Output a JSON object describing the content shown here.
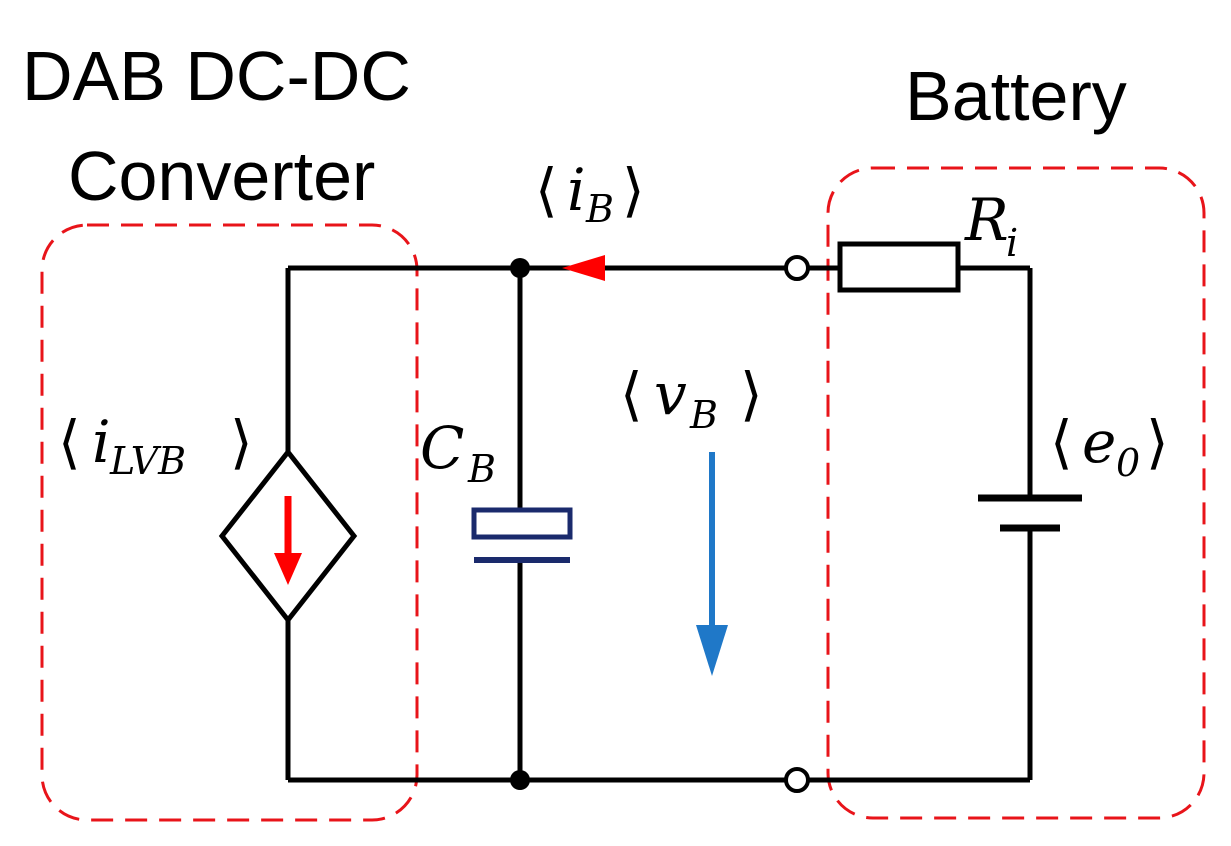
{
  "labels": {
    "converter_line1": "DAB DC-DC",
    "converter_line2": "Converter",
    "battery": "Battery",
    "i_B_main": "i",
    "i_B_sub": "B",
    "R_main": "R",
    "R_sub": "i",
    "i_LVB_main": "i",
    "i_LVB_sub": "LVB",
    "C_main": "C",
    "C_sub": "B",
    "v_B_main": "v",
    "v_B_sub": "B",
    "e0_main": "e",
    "e0_sub": "0",
    "lbracket": "⟨",
    "rbracket": "⟩"
  },
  "colors": {
    "wire": "#000000",
    "region_dash": "#e8141a",
    "current_arrow": "#ff0000",
    "voltage_arrow": "#1f78c8",
    "capacitor": "#1a2a6c"
  }
}
